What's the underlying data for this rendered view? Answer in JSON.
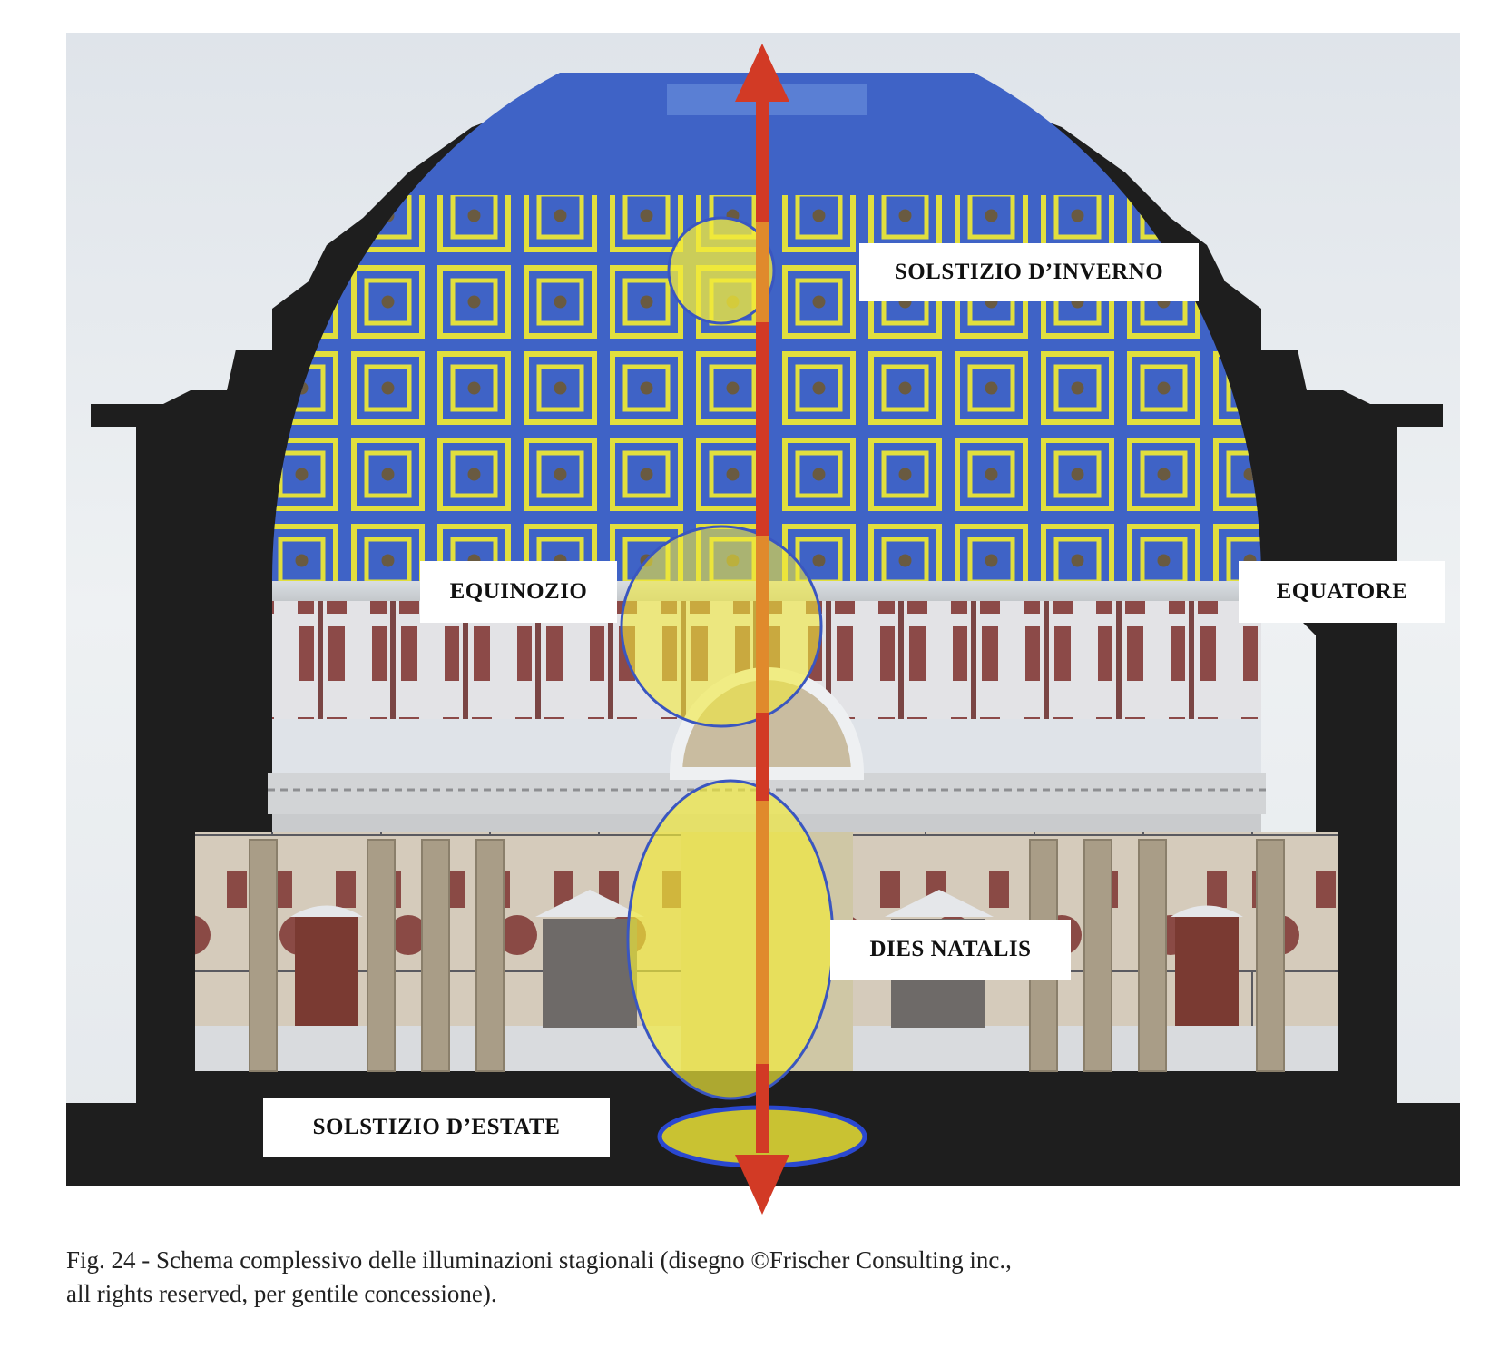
{
  "figure": {
    "subject": "Pantheon cross-section with seasonal illumination schema",
    "labels": {
      "winter_solstice": "SOLSTIZIO D’INVERNO",
      "equinox": "EQUINOZIO",
      "equator": "EQUATORE",
      "dies_natalis": "DIES NATALIS",
      "summer_solstice": "SOLSTIZIO D’ESTATE"
    },
    "colors": {
      "dome": "#3f63c6",
      "coffer_frame": "#e9e636",
      "section_wall": "#1e1e1e",
      "sky": "#e6eaee",
      "arrow": "#d23a25",
      "light_spot": "#f2ea3a",
      "spot_outline": "#3a56c0"
    }
  },
  "caption": {
    "line1": "Fig. 24 - Schema complessivo delle illuminazioni stagionali (disegno ©Frischer Consulting inc.,",
    "line2": "all rights reserved, per gentile concessione)."
  }
}
